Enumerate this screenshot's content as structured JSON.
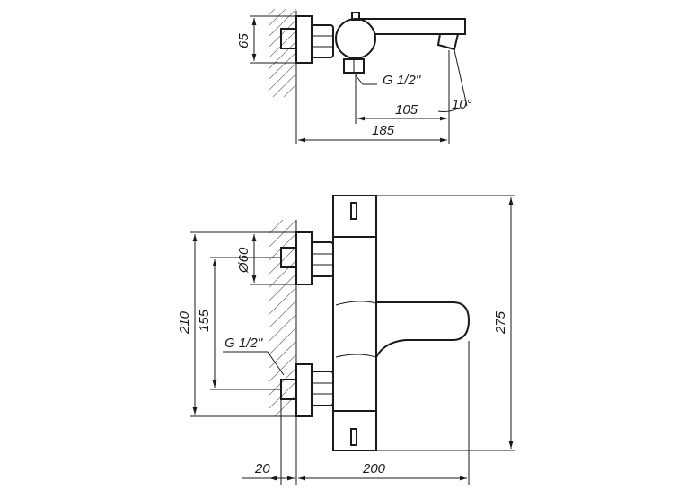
{
  "drawing": {
    "top_view": {
      "height_dim": "65",
      "thread_label": "G 1/2''",
      "spout_angle": "10°",
      "spout_dim": "105",
      "depth_dim": "185"
    },
    "front_view": {
      "diameter_label": "Ø60",
      "outer_height_dim": "210",
      "inlet_spacing_dim": "155",
      "thread_label": "G 1/2''",
      "total_height_dim": "275",
      "wall_offset_dim": "20",
      "spout_length_dim": "200"
    }
  }
}
